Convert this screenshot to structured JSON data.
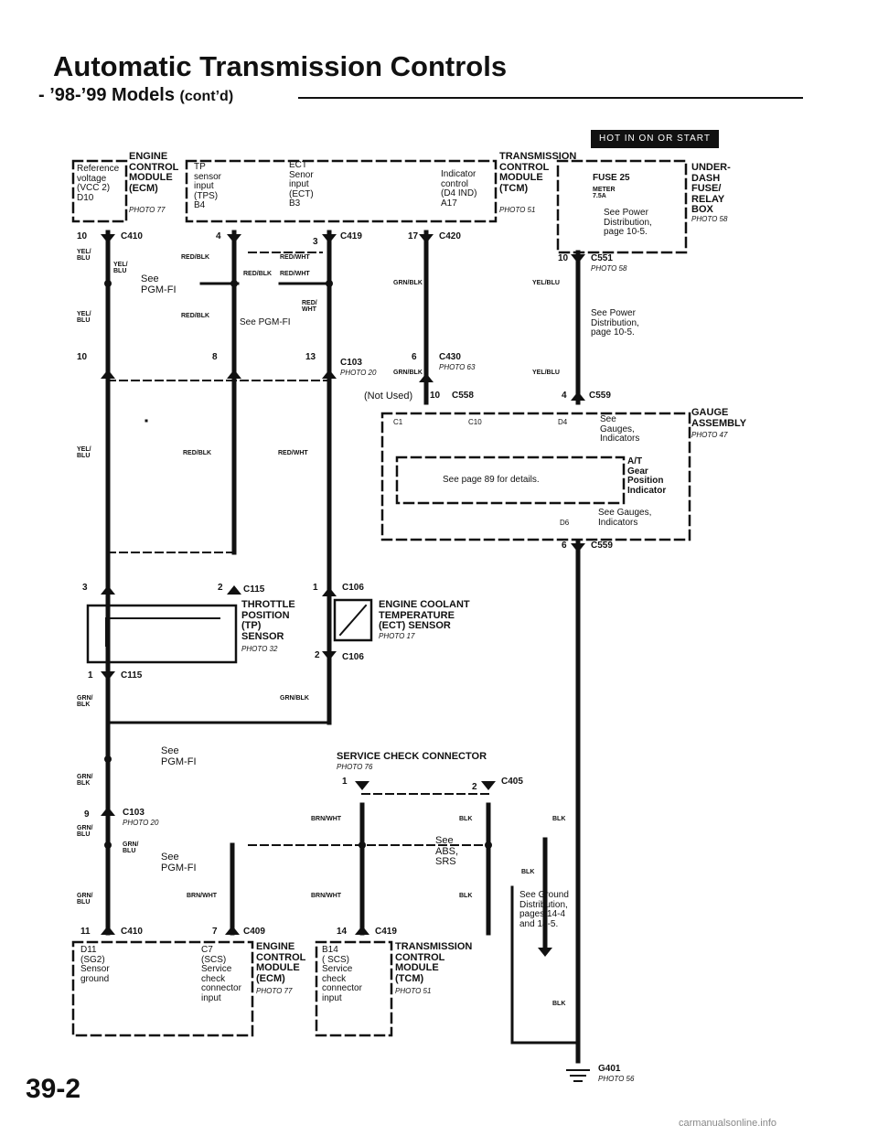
{
  "header": {
    "title": "Automatic Transmission Controls",
    "subtitle": "- ’98-’99 Models",
    "subtitle_suffix": "(cont’d)",
    "hot_label": "HOT IN ON OR START"
  },
  "ecm_top": {
    "name": "ENGINE\nCONTROL\nMODULE\n(ECM)",
    "photo": "PHOTO 77",
    "ref_voltage": "Reference\nvoltage\n(VCC 2)\nD10",
    "tp_input": "TP\nsensor\ninput\n(TPS)\nB4",
    "ect_input": "ECT\nSenor\ninput\n(ECT)\nB3"
  },
  "tcm_top": {
    "name": "TRANSMISSION\nCONTROL\nMODULE\n(TCM)",
    "photo": "PHOTO 51",
    "indicator": "Indicator\ncontrol\n(D4 IND)\nA17"
  },
  "fuse_box": {
    "name": "UNDER-\nDASH\nFUSE/\nRELAY\nBOX",
    "photo": "PHOTO 58",
    "fuse": "FUSE 25",
    "fuse_sub": "METER\n7.5A",
    "see": "See Power\nDistribution,\npage 10-5."
  },
  "connectors": {
    "c410_top": "C410",
    "c410_top_pin": "10",
    "c419_top": "C419",
    "c419_pins": [
      "4",
      "3"
    ],
    "c420": "C420",
    "c420_pin": "17",
    "c551": "C551",
    "c551_pin": "10",
    "c551_photo": "PHOTO 58",
    "c103": "C103",
    "c103_photo": "PHOTO 20",
    "c103_pins": [
      "10",
      "8",
      "13"
    ],
    "c430": "C430",
    "c430_pin": "6",
    "c430_photo": "PHOTO 63",
    "c558": "C558",
    "c558_prefix": "(Not Used)",
    "c558_pin": "10",
    "c559_top": "C559",
    "c559_top_pin": "4",
    "c559_bot": "C559",
    "c559_bot_pin": "6",
    "c115_top": "C115",
    "c115_pins": [
      "3",
      "2"
    ],
    "c106_top": "C106",
    "c106_top_pin": "1",
    "c106_bot": "C106",
    "c106_bot_pin": "2",
    "c115_bot": "C115",
    "c115_bot_pin": "1",
    "c405": "C405",
    "c405_pins": [
      "1",
      "2"
    ],
    "c103_bot": "C103",
    "c103_bot_pin": "9",
    "c103_bot_photo": "PHOTO 20",
    "c410_bot": "C410",
    "c410_bot_pin": "11",
    "c409": "C409",
    "c409_pin": "7",
    "c419_bot": "C419",
    "c419_bot_pin": "14",
    "g401": "G401",
    "g401_photo": "PHOTO 56"
  },
  "wires": {
    "yel_blu": "YEL/\nBLU",
    "red_blk": "RED/BLK",
    "red_wht": "RED/WHT",
    "red_wht_short": "RED/\nWHT",
    "grn_blk": "GRN/BLK",
    "grn_blk_short": "GRN/\nBLK",
    "grn_blu": "GRN/\nBLU",
    "yel_blu_flat": "YEL/BLU",
    "brn_wht": "BRN/WHT",
    "blk": "BLK"
  },
  "refs": {
    "see_pgm_fi": "See\nPGM-FI",
    "see_pgm_fi_box": "See PGM-FI",
    "see_power": "See Power\nDistribution,\npage 10-5.",
    "see_gauges": "See\nGauges,\nIndicators",
    "see_gauges_b": "See Gauges,\nIndicators",
    "see_abs": "See\nABS,\nSRS",
    "see_ground": "See Ground\nDistribution,\npages 14-4\nand 14-5.",
    "see_page_89": "See page 89 for details."
  },
  "gauge": {
    "name": "GAUGE\nASSEMBLY",
    "photo": "PHOTO 47",
    "pins": [
      "C1",
      "C10",
      "D4",
      "D6"
    ],
    "at_indicator": "A/T\nGear\nPosition\nIndicator"
  },
  "sensors": {
    "tp": "THROTTLE\nPOSITION\n(TP)\nSENSOR",
    "tp_photo": "PHOTO 32",
    "ect": "ENGINE COOLANT\nTEMPERATURE\n(ECT) SENSOR",
    "ect_photo": "PHOTO 17"
  },
  "service": {
    "name": "SERVICE CHECK CONNECTOR",
    "photo": "PHOTO 76"
  },
  "bottom_modules": {
    "ecm_name": "ENGINE\nCONTROL\nMODULE\n(ECM)",
    "ecm_photo": "PHOTO 77",
    "d11": "D11\n(SG2)\nSensor\nground",
    "c7": "C7\n(SCS)\nService\ncheck\nconnector\ninput",
    "tcm_name": "TRANSMISSION\nCONTROL\nMODULE\n(TCM)",
    "tcm_photo": "PHOTO 51",
    "b14": "B14\n( SCS)\nService\ncheck\nconnector\ninput"
  },
  "footer": {
    "page": "39-2",
    "watermark": "carmanualsonline.info"
  }
}
